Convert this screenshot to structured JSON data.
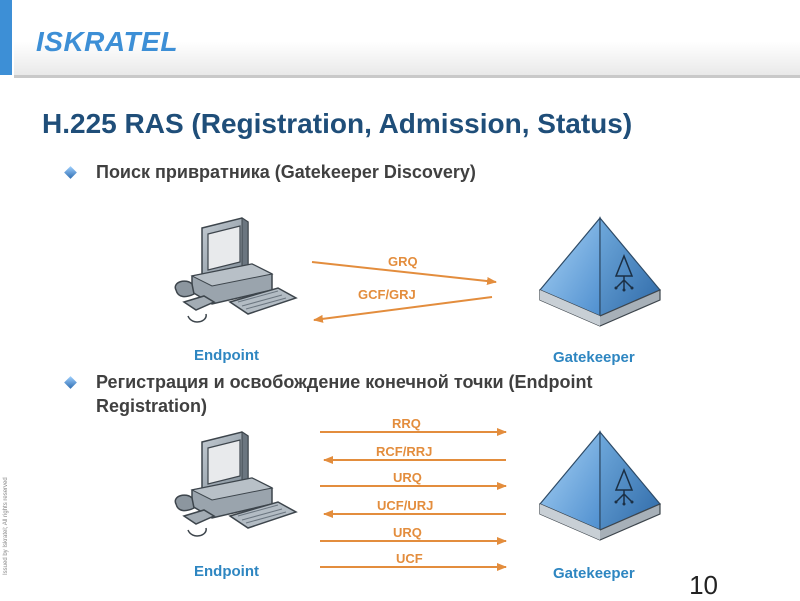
{
  "header": {
    "logo_part1": "ISKRA",
    "logo_part2": "TEL",
    "side_text": "Issued by Iskratel; All rights reserved"
  },
  "slide": {
    "title": "H.225 RAS (Registration, Admission, Status)",
    "page_number": "10"
  },
  "sections": [
    {
      "bullet": "Поиск привратника (Gatekeeper Discovery)",
      "endpoint_label": "Endpoint",
      "gatekeeper_label": "Gatekeeper",
      "messages": [
        "GRQ",
        "GCF/GRJ"
      ]
    },
    {
      "bullet_line1": "Регистрация и освобождение конечной точки (Endpoint",
      "bullet_line2": "Registration)",
      "endpoint_label": "Endpoint",
      "gatekeeper_label": "Gatekeeper",
      "messages": [
        "RRQ",
        "RCF/RRJ",
        "URQ",
        "UCF/URJ",
        "URQ",
        "UCF"
      ]
    }
  ],
  "colors": {
    "title": "#1f4e79",
    "label_blue": "#2e86c1",
    "arrow_orange": "#e38d3d",
    "gatekeeper": "#5b9bd5"
  }
}
